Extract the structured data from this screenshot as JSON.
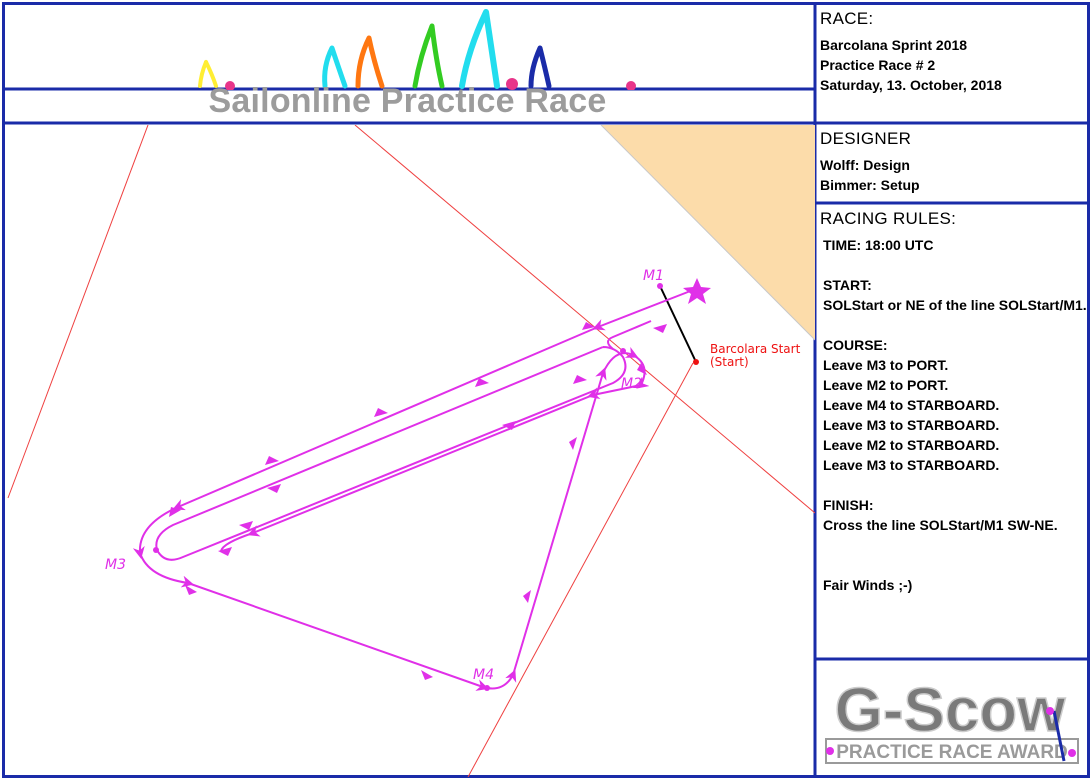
{
  "header": {
    "title": "Sailonline Practice Race"
  },
  "race": {
    "heading": "RACE:",
    "lines": [
      "Barcolana Sprint 2018",
      "Practice Race # 2",
      "Saturday, 13. October, 2018"
    ]
  },
  "designer": {
    "heading": "DESIGNER",
    "lines": [
      "Wolff: Design",
      "Bimmer: Setup"
    ]
  },
  "rules": {
    "heading": "RACING RULES:",
    "time": "TIME: 18:00 UTC",
    "start_heading": "START:",
    "start_text": "SOLStart or NE of the line SOLStart/M1.",
    "course_heading": "COURSE:",
    "course": [
      "Leave M3 to PORT.",
      "Leave M2 to PORT.",
      "Leave M4 to STARBOARD.",
      "Leave M3 to STARBOARD.",
      "Leave M2 to STARBOARD.",
      "Leave M3 to STARBOARD."
    ],
    "finish_heading": "FINISH:",
    "finish_text": "Cross the line SOLStart/M1 SW-NE.",
    "closing": "Fair Winds ;-)"
  },
  "map": {
    "marks": [
      "M1",
      "M2",
      "M3",
      "M4"
    ],
    "start_label": "Barcolara Start",
    "start_sub": "(Start)"
  },
  "award": {
    "logo_text": "G-Scow",
    "subtitle": "PRACTICE RACE AWARD"
  },
  "colors": {
    "frame": "#1a2ba8",
    "course": "#e030e8",
    "land": "#fcdcaa",
    "lines": "#ef4040",
    "title": "#9c9c9c"
  }
}
